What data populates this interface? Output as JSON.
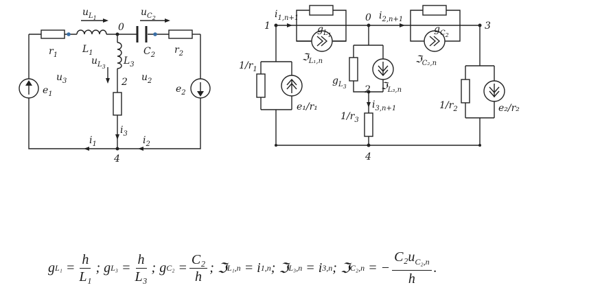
{
  "left_circuit": {
    "node_0": "0",
    "node_2": "2",
    "node_4": "4",
    "r1": "r",
    "r1_sub": "1",
    "L1": "L",
    "L1_sub": "1",
    "L3": "L",
    "L3_sub": "3",
    "C2": "C",
    "C2_sub": "2",
    "r2": "r",
    "r2_sub": "2",
    "uL1": "u",
    "uL1_sub": "L",
    "uL1_subsub": "1",
    "uC2": "u",
    "uC2_sub": "C",
    "uC2_subsub": "2",
    "uL3": "u",
    "uL3_sub": "L",
    "uL3_subsub": "3",
    "u3": "u",
    "u3_sub": "3",
    "u2": "u",
    "u2_sub": "2",
    "e1": "e",
    "e1_sub": "1",
    "e2": "e",
    "e2_sub": "2",
    "i1": "i",
    "i1_sub": "1",
    "i2": "i",
    "i2_sub": "2",
    "i3": "i",
    "i3_sub": "3"
  },
  "right_circuit": {
    "node_1": "1",
    "node_0": "0",
    "node_3": "3",
    "node_2": "2",
    "node_4": "4",
    "i1n": "i",
    "i1n_sub": "1,n+1",
    "i2n": "i",
    "i2n_sub": "2,n+1",
    "i3n": "i",
    "i3n_sub": "3,n+1",
    "gL1": "g",
    "gL1_sub": "L",
    "gL1_subsub": "1",
    "gC2": "g",
    "gC2_sub": "C",
    "gC2_subsub": "2",
    "gL3": "g",
    "gL3_sub": "L",
    "gL3_subsub": "3",
    "JL1": "ℑ",
    "JL1_sub": "L₁,n",
    "JC2": "ℑ",
    "JC2_sub": "C₂,n",
    "JL3": "ℑ",
    "JL3_sub": "L₃,n",
    "one_over_r1": "1/r",
    "one_over_r1_sub": "1",
    "one_over_r3": "1/r",
    "one_over_r3_sub": "3",
    "one_over_r2": "1/r",
    "one_over_r2_sub": "2",
    "e1_over_r1": "e₁/r₁",
    "e2_over_r2": "e₂/r₂"
  },
  "formula": {
    "gL1_lhs": "g",
    "gL1_lhs_sub": "L₁",
    "gL1_num": "h",
    "gL1_den": "L₁",
    "gL3_lhs": "g",
    "gL3_lhs_sub": "L₃",
    "gL3_num": "h",
    "gL3_den": "L₃",
    "gC2_lhs": "g",
    "gC2_lhs_sub": "C₂",
    "gC2_num": "C₂",
    "gC2_den": "h",
    "JL1_eq": "ℑ",
    "JL1_eq_sub": "L₁,n",
    "JL1_rhs": "= i",
    "JL1_rhs_sub": "1,n",
    "JL3_eq": "ℑ",
    "JL3_eq_sub": "L₃,n",
    "JL3_rhs": "= i",
    "JL3_rhs_sub": "3,n",
    "JC2_eq": "ℑ",
    "JC2_eq_sub": "C₂,n",
    "JC2_neg": "= −",
    "JC2_num": "C₂u",
    "JC2_num_sub": "C₂,n",
    "JC2_den": "h",
    "sep": ";",
    "end": "."
  }
}
